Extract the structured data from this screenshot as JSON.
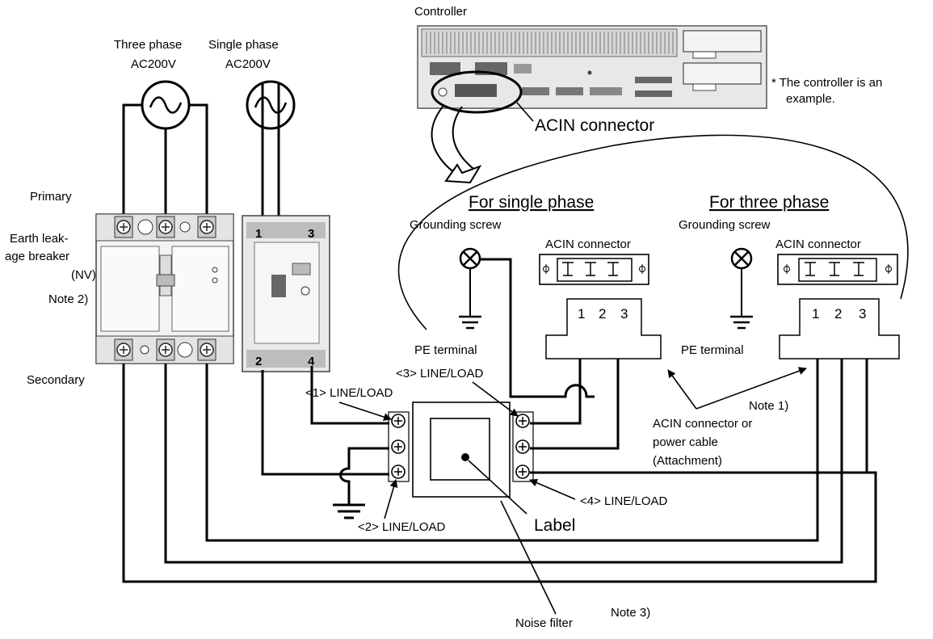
{
  "labels": {
    "controller": "Controller",
    "three_phase_1": "Three phase",
    "three_phase_2": "AC200V",
    "single_phase_1": "Single phase",
    "single_phase_2": "AC200V",
    "controller_note_1": "* The controller is an",
    "controller_note_2": "example.",
    "acin_connector_top": "ACIN connector",
    "primary": "Primary",
    "breaker_1": "Earth leak-",
    "breaker_2": "age breaker",
    "breaker_3": "(NV)",
    "breaker_4": "Note 2)",
    "secondary": "Secondary",
    "single_heading": "For single phase",
    "three_heading": "For three phase",
    "grounding_single": "Grounding screw",
    "grounding_three": "Grounding screw",
    "acin_single": "ACIN connector",
    "acin_three": "ACIN connector",
    "pins_single": [
      "1",
      "2",
      "3"
    ],
    "pins_three": [
      "1",
      "2",
      "3"
    ],
    "pe_single": "PE terminal",
    "pe_three": "PE terminal",
    "line_load_3": "<3> LINE/LOAD",
    "line_load_1": "<1> LINE/LOAD",
    "line_load_2": "<2> LINE/LOAD",
    "line_load_4": "<4> LINE/LOAD",
    "label": "Label",
    "note1": "Note 1)",
    "acin_or_cable_1": "ACIN connector or",
    "acin_or_cable_2": "power cable",
    "acin_or_cable_3": "(Attachment)",
    "note3": "Note 3)",
    "noise_filter": "Noise filter",
    "breaker_terms_single": [
      "1",
      "3",
      "2",
      "4"
    ]
  }
}
